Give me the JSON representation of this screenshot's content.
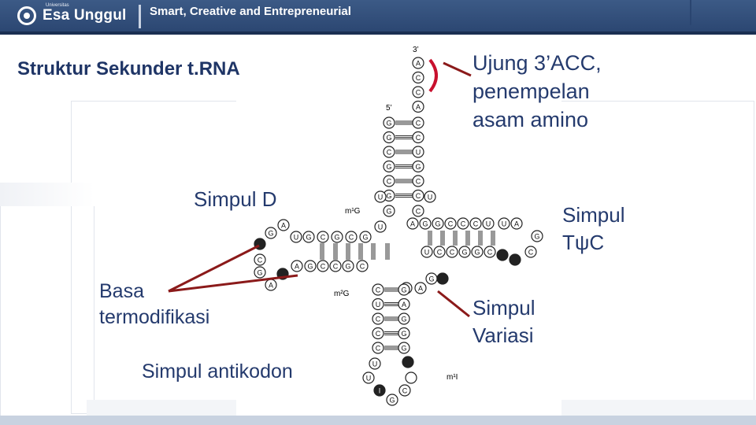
{
  "header": {
    "logo_small": "Universitas",
    "logo_text": "Esa Unggul",
    "tagline": "Smart, Creative and Entrepreneurial"
  },
  "slide": {
    "title": "Struktur Sekunder t.RNA",
    "labels": {
      "ujung": [
        "Ujung 3’ACC,",
        "penempelan",
        "asam amino"
      ],
      "simpul_d": "Simpul D",
      "simpul_tpsic": [
        "Simpul",
        "TψC"
      ],
      "basa": [
        "Basa",
        "termodifikasi"
      ],
      "simpul_variasi": [
        "Simpul",
        "Variasi"
      ],
      "simpul_antikodon": "Simpul antikodon"
    }
  },
  "diagram": {
    "end3": "3’",
    "end5": "5’",
    "acceptor_tail": [
      "A",
      "C",
      "C",
      "A"
    ],
    "acceptor_left": [
      "G",
      "G",
      "C",
      "G",
      "C",
      "G"
    ],
    "acceptor_right": [
      "C",
      "C",
      "U",
      "G",
      "C",
      "C"
    ],
    "junction_left": [
      "U",
      "G",
      "U"
    ],
    "junction_right": [
      "U",
      "C"
    ],
    "mod_m1g": "m¹G",
    "mod_m2g": "m²G",
    "mod_m1i": "m¹I",
    "d_top": [
      "G",
      "A",
      "U",
      "G",
      "C",
      "G",
      "C",
      "G"
    ],
    "d_loop": [
      "C",
      "G",
      "A"
    ],
    "d_bottom": [
      "A",
      "G",
      "C",
      "C",
      "G",
      "C"
    ],
    "t_top": [
      "A",
      "G",
      "G",
      "C",
      "C",
      "C",
      "U",
      "U",
      "A"
    ],
    "t_bottom": [
      "U",
      "C",
      "C",
      "G",
      "G",
      "C"
    ],
    "t_loop": [
      "G",
      "C"
    ],
    "var_loop": [
      "G",
      "A",
      "G"
    ],
    "anti_left": [
      "C",
      "U",
      "C",
      "C",
      "C"
    ],
    "anti_right": [
      "G",
      "A",
      "G",
      "G",
      "G"
    ],
    "anti_loop": [
      "U",
      "U",
      "I",
      "G",
      "C"
    ]
  }
}
